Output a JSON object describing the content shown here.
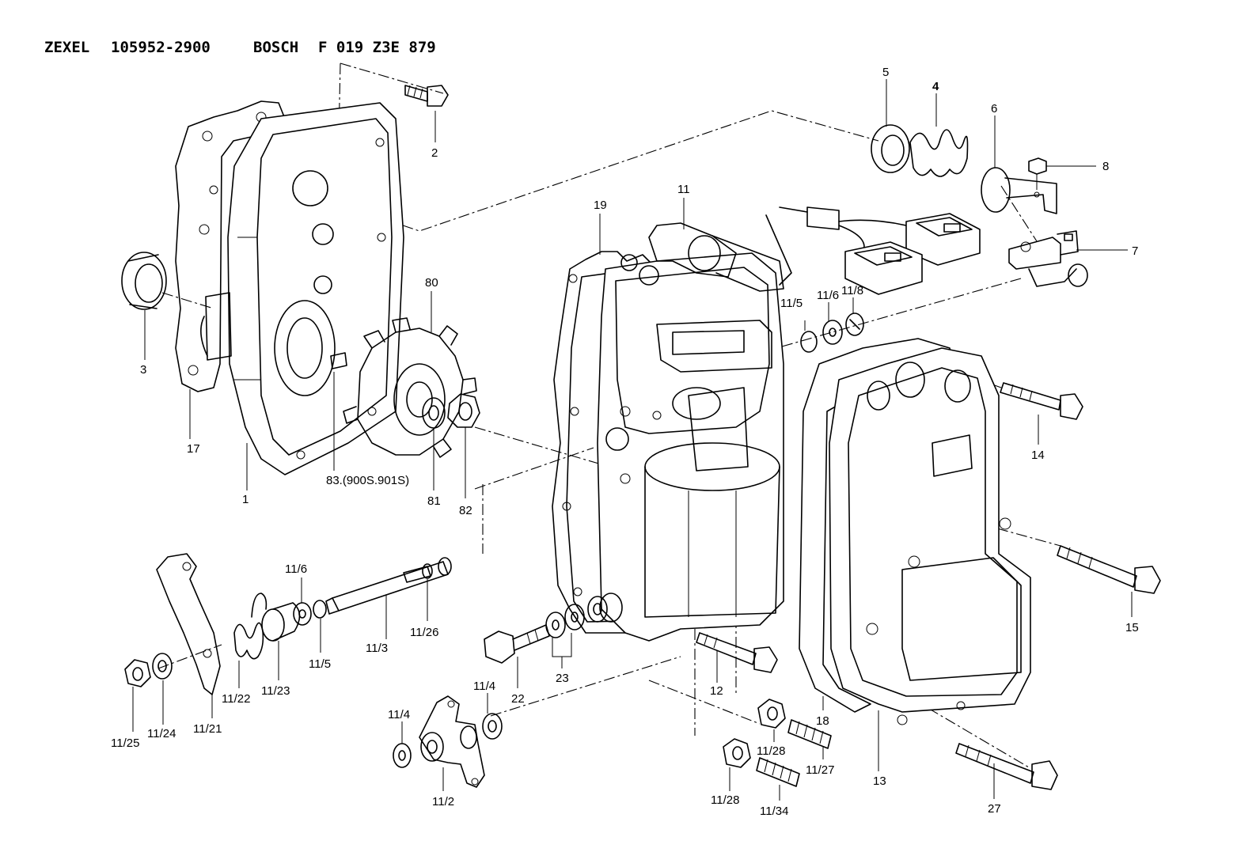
{
  "title": {
    "brand1": "ZEXEL",
    "number1": "105952-2900",
    "brand2": "BOSCH",
    "number2": "F 019 Z3E 879"
  },
  "labels": {
    "p2": "2",
    "p3": "3",
    "p4": "4",
    "p5": "5",
    "p6": "6",
    "p7": "7",
    "p8": "8",
    "p11": "11",
    "p12": "12",
    "p13": "13",
    "p14": "14",
    "p15": "15",
    "p17": "17",
    "p18": "18",
    "p19": "19",
    "p22": "22",
    "p23": "23",
    "p27": "27",
    "p80": "80",
    "p81": "81",
    "p82": "82",
    "p83": "83.(900S.901S)",
    "p1": "1",
    "p11_2": "11/2",
    "p11_3": "11/3",
    "p11_4a": "11/4",
    "p11_4b": "11/4",
    "p11_5a": "11/5",
    "p11_5b": "11/5",
    "p11_6a": "11/6",
    "p11_6b": "11/6",
    "p11_8": "11/8",
    "p11_21": "11/21",
    "p11_22": "11/22",
    "p11_23": "11/23",
    "p11_24": "11/24",
    "p11_25": "11/25",
    "p11_26": "11/26",
    "p11_27": "11/27",
    "p11_28a": "11/28",
    "p11_28b": "11/28",
    "p11_34": "11/34"
  }
}
